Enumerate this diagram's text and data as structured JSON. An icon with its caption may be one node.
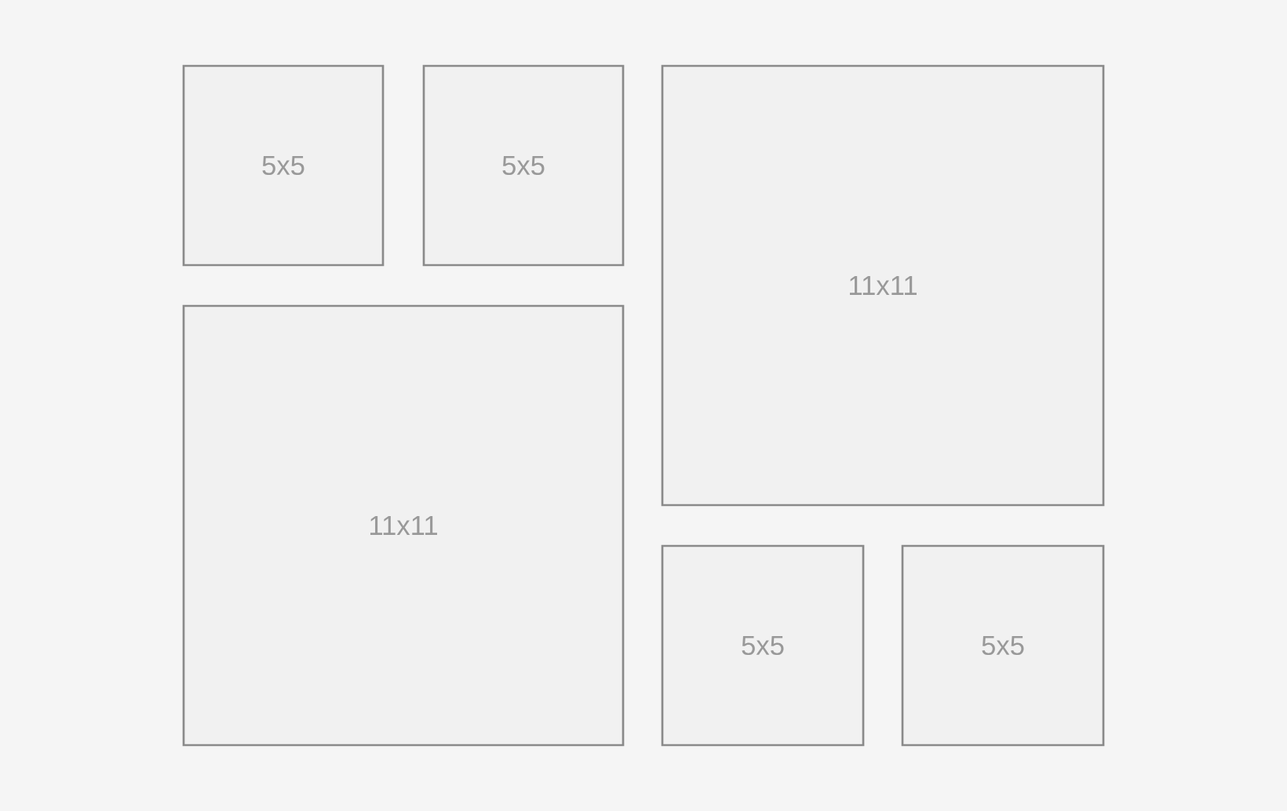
{
  "diagram": {
    "nodes": [
      {
        "text": [
          "5x5"
        ]
      },
      {
        "text": [
          "5x5"
        ]
      },
      {
        "text": [
          "11x11"
        ]
      },
      {
        "text": [
          "11x11"
        ]
      },
      {
        "text": [
          "5x5"
        ]
      },
      {
        "text": [
          "5x5"
        ]
      }
    ]
  }
}
